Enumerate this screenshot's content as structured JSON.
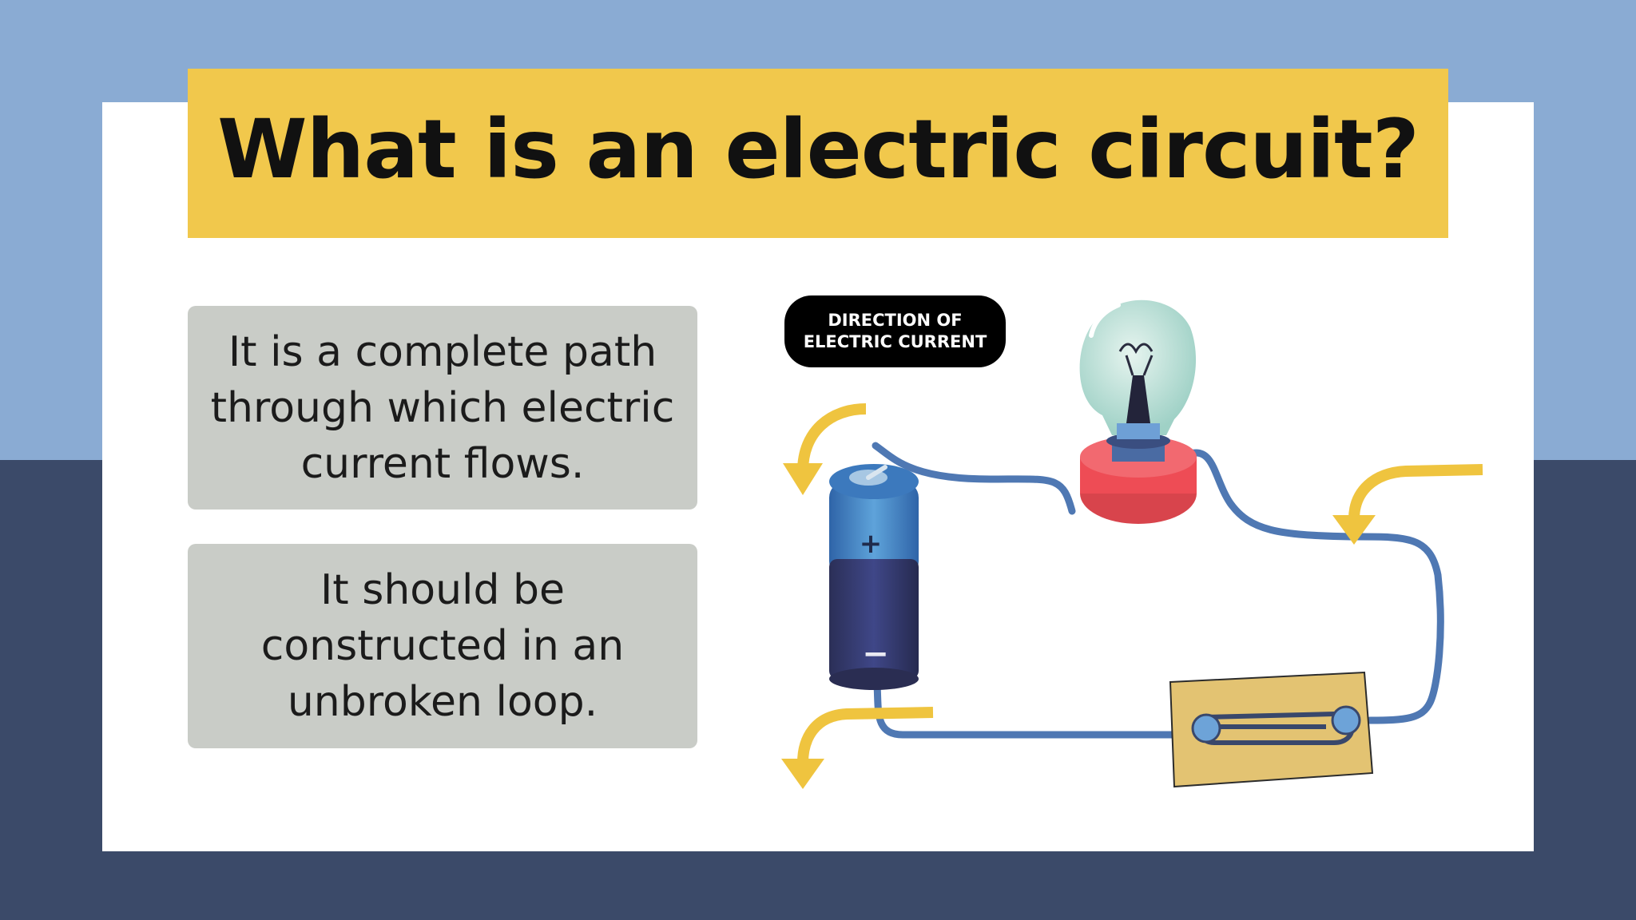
{
  "slide": {
    "title": "What is an electric circuit?",
    "points": [
      "It is a complete path through which electric current flows.",
      "It should be constructed in an unbroken loop."
    ]
  },
  "diagram": {
    "label": "DIRECTION OF\nELECTRIC CURRENT",
    "battery": {
      "positive_symbol": "+",
      "negative_symbol": "−"
    },
    "components": [
      "battery-icon",
      "light-bulb-icon",
      "paperclip-switch-icon",
      "wire",
      "current-arrow-icon"
    ]
  },
  "colors": {
    "background_top": "#8aabd3",
    "background_bottom": "#3b4a69",
    "title_banner": "#f1c84c",
    "text_box": "#c9ccc7",
    "arrow": "#efc43f",
    "wire": "#4f78b3",
    "bulb_base": "#ee4c55"
  }
}
